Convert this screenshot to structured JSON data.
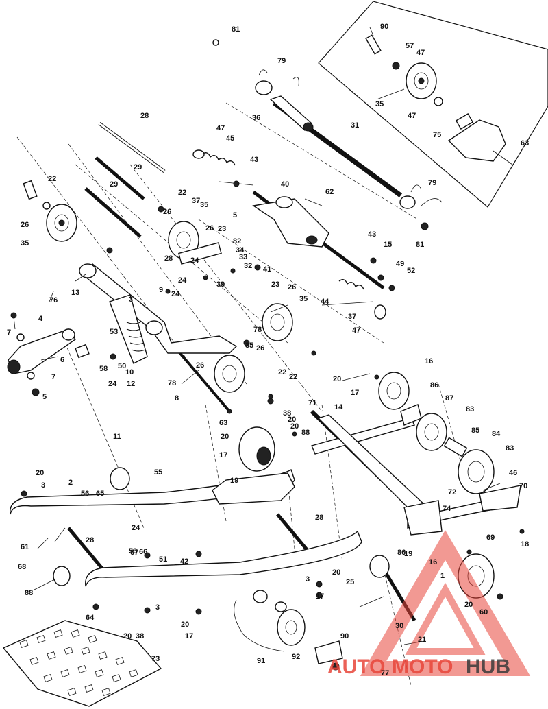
{
  "diagram": {
    "callouts": [
      "81",
      "79",
      "36",
      "31",
      "90",
      "57",
      "47",
      "35",
      "47",
      "75",
      "63",
      "28",
      "47",
      "45",
      "43",
      "29",
      "22",
      "22",
      "29",
      "26",
      "26",
      "35",
      "37",
      "40",
      "62",
      "79",
      "81",
      "43",
      "15",
      "35",
      "26",
      "23",
      "24",
      "82",
      "5",
      "34",
      "33",
      "32",
      "49",
      "52",
      "76",
      "13",
      "28",
      "24",
      "24",
      "9",
      "39",
      "23",
      "26",
      "41",
      "44",
      "37",
      "47",
      "3",
      "4",
      "7",
      "6",
      "53",
      "50",
      "10",
      "12",
      "58",
      "24",
      "7",
      "5",
      "78",
      "78",
      "26",
      "35",
      "35",
      "26",
      "22",
      "22",
      "8",
      "16",
      "20",
      "86",
      "17",
      "87",
      "71",
      "14",
      "83",
      "63",
      "20",
      "17",
      "38",
      "20",
      "88",
      "85",
      "84",
      "83",
      "11",
      "19",
      "46",
      "20",
      "3",
      "2",
      "56",
      "65",
      "55",
      "70",
      "72",
      "74",
      "61",
      "24",
      "28",
      "69",
      "18",
      "28",
      "68",
      "59",
      "66",
      "51",
      "42",
      "19",
      "86",
      "16",
      "1",
      "67",
      "88",
      "3",
      "20",
      "25",
      "17",
      "20",
      "60",
      "64",
      "3",
      "20",
      "20",
      "38",
      "17",
      "20",
      "30",
      "21",
      "90",
      "91",
      "92",
      "77",
      "73"
    ],
    "watermark": {
      "part1": "AUTO",
      "part2": "MOTO",
      "part3": "HUB"
    },
    "colors": {
      "watermark_red": "#e8463a",
      "watermark_dark": "#3a3a3a",
      "line": "#111111"
    }
  }
}
